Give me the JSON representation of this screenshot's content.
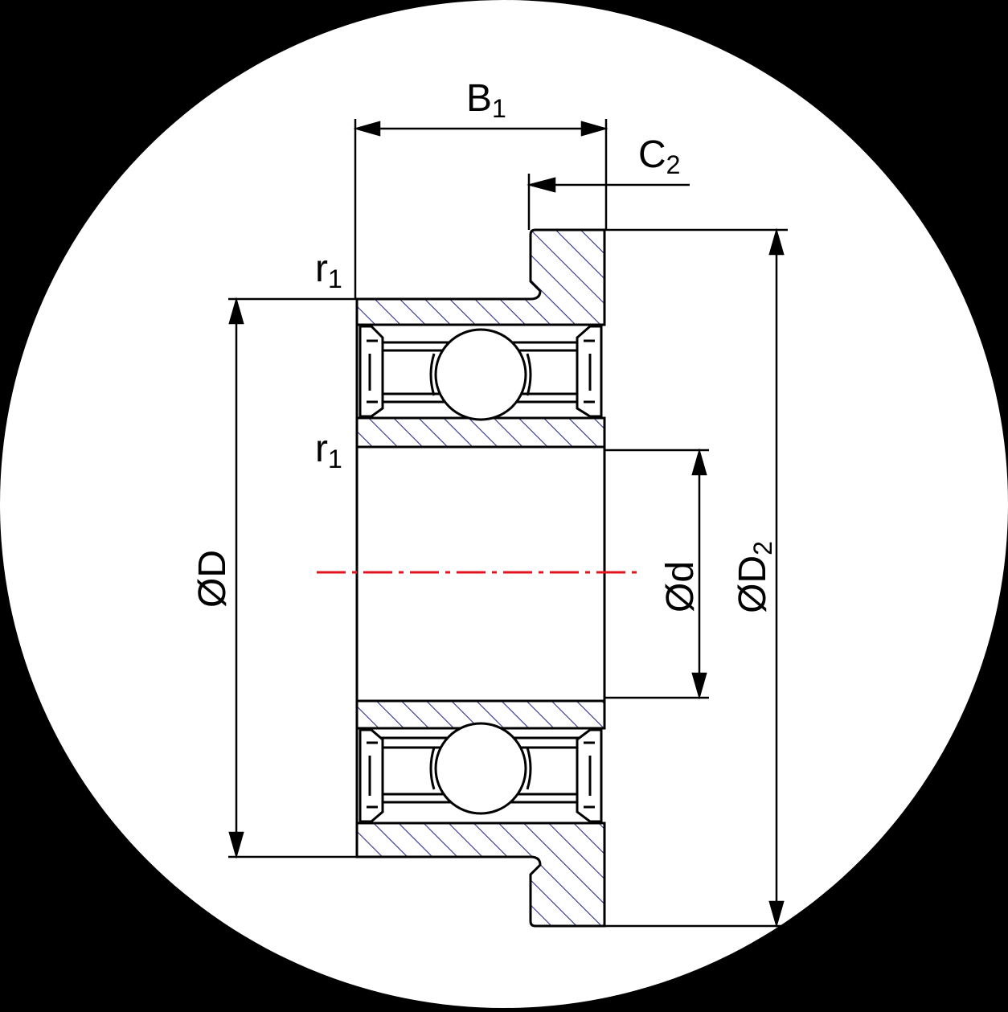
{
  "colors": {
    "background": "#000000",
    "circle": "#ffffff",
    "outline": "#000000",
    "hatch": "#2b2f86",
    "centerline": "#e0141e"
  },
  "labels": {
    "b1": {
      "main": "B",
      "sub": "1"
    },
    "c2": {
      "main": "C",
      "sub": "2"
    },
    "r1_top": {
      "main": "r",
      "sub": "1"
    },
    "r1_bottom": {
      "main": "r",
      "sub": "1"
    },
    "outer_d": {
      "main": "ØD",
      "sub": ""
    },
    "bore_d": {
      "main": "Ød",
      "sub": ""
    },
    "flange_d": {
      "main": "ØD",
      "sub": "2"
    }
  }
}
